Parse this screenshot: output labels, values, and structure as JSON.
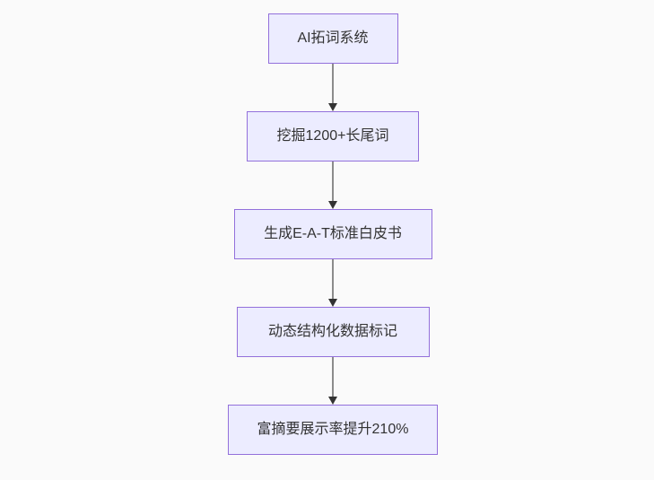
{
  "flowchart": {
    "type": "vertical-flow",
    "nodes": [
      {
        "id": "n1",
        "label": "AI拓词系统"
      },
      {
        "id": "n2",
        "label": "挖掘1200+长尾词"
      },
      {
        "id": "n3",
        "label": "生成E-A-T标准白皮书"
      },
      {
        "id": "n4",
        "label": "动态结构化数据标记"
      },
      {
        "id": "n5",
        "label": "富摘要展示率提升210%"
      }
    ],
    "edges": [
      {
        "from": "n1",
        "to": "n2"
      },
      {
        "from": "n2",
        "to": "n3"
      },
      {
        "from": "n3",
        "to": "n4"
      },
      {
        "from": "n4",
        "to": "n5"
      }
    ],
    "colors": {
      "background": "#fafafa",
      "node_fill": "#ECECFF",
      "node_border": "#9370DB",
      "node_text": "#333333",
      "arrow_shaft": "#8c8c8c",
      "arrow_head": "#333333"
    }
  }
}
